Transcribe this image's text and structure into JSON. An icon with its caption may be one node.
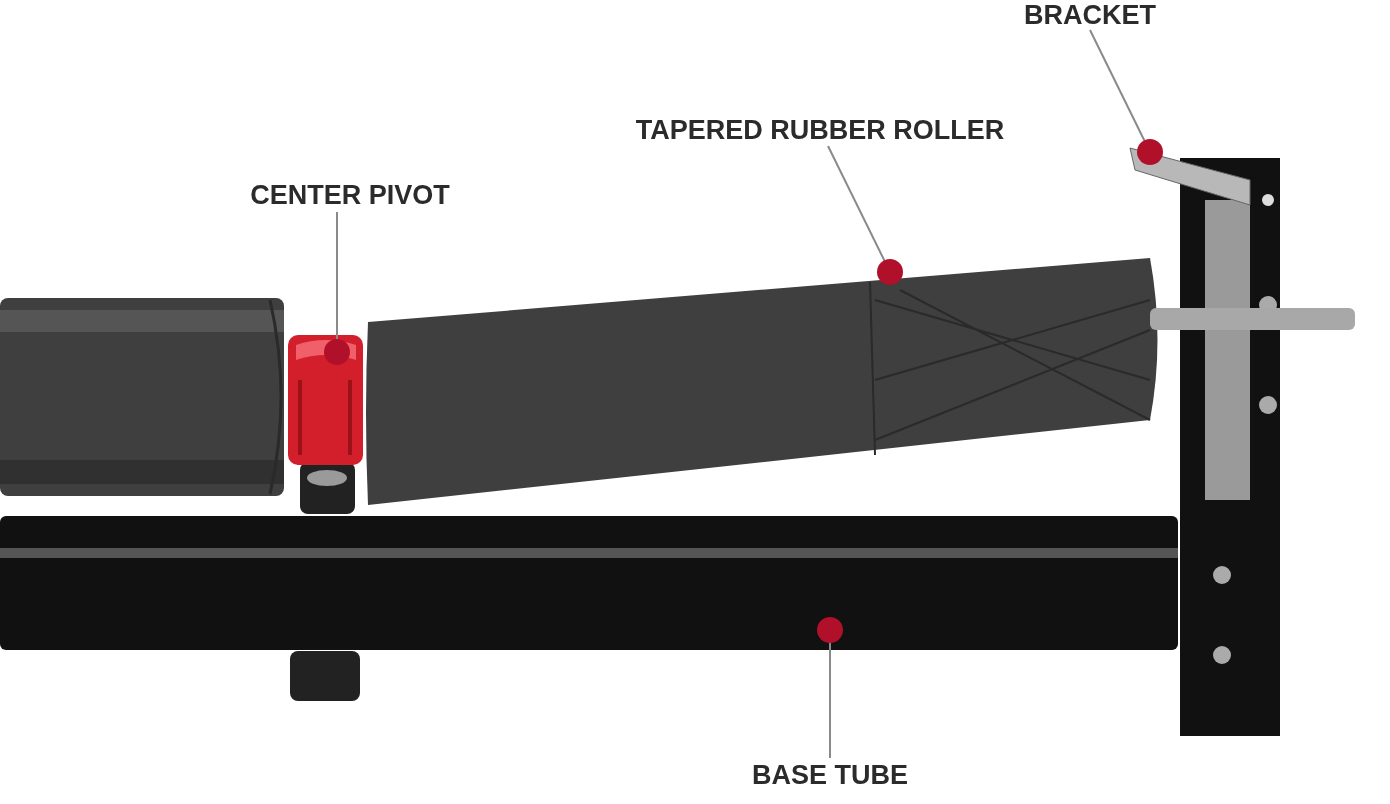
{
  "diagram": {
    "nodes": [
      {
        "text": [
          "BRACKET"
        ]
      },
      {
        "text": [
          "TAPERED RUBBER ROLLER"
        ]
      },
      {
        "text": [
          "CENTER PIVOT"
        ]
      },
      {
        "text": [
          "BASE TUBE"
        ]
      },
      {
        "text": [],
        "shape": "picture"
      },
      {
        "text": [],
        "shape": "picture"
      },
      {
        "text": [],
        "shape": "picture"
      },
      {
        "text": [],
        "shape": "picture"
      },
      {
        "text": [],
        "shape": "picture"
      }
    ],
    "edges": [
      {
        "from": 0,
        "to": 4,
        "arrow": "other"
      },
      {
        "from": 1,
        "to": 5,
        "arrow": "other"
      },
      {
        "from": 2,
        "to": 6,
        "arrow": "other"
      },
      {
        "from": 3,
        "to": 7,
        "arrow": "other"
      }
    ]
  }
}
